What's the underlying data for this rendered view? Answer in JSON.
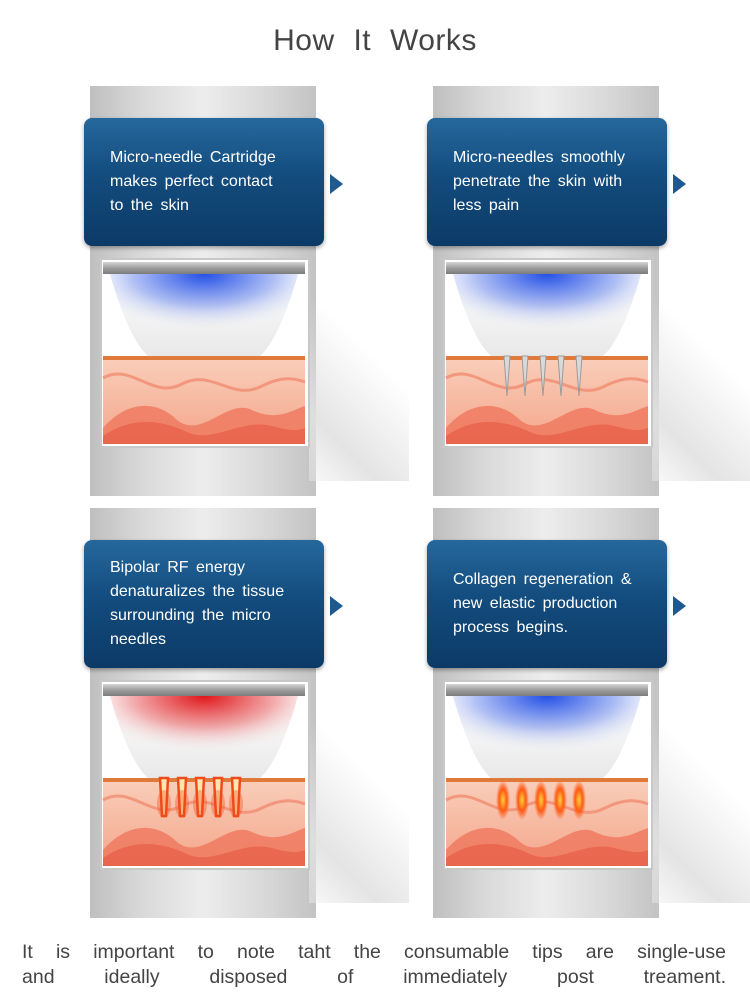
{
  "title": "How It Works",
  "steps": [
    {
      "text": "Micro-needle Cartridge\nmakes perfect contact\nto the skin",
      "glow": "blue",
      "needles": "none"
    },
    {
      "text": "Micro-needles smoothly\npenetrate the skin with\nless pain",
      "glow": "blue",
      "needles": "plain"
    },
    {
      "text": "Bipolar RF energy\ndenaturalizes the tissue\nsurrounding the micro\nneedles",
      "glow": "red",
      "needles": "heated"
    },
    {
      "text": "Collagen regeneration &\nnew elastic production\nprocess begins.",
      "glow": "blue",
      "needles": "collagen"
    }
  ],
  "colors": {
    "label_blue": "#134c7e",
    "glow_blue": "#2450e6",
    "glow_red": "#e0161a",
    "skin_line": "#e07a3a",
    "skin": "#f6b8a0",
    "heat": "#f04a1a"
  },
  "footnote": "It is important to note taht the consumable tips are single-use\nand ideally disposed of immediately post treament."
}
